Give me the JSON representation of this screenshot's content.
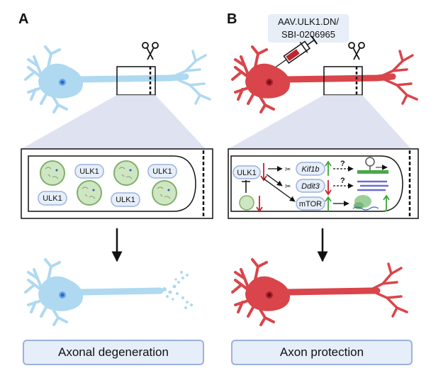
{
  "panels": {
    "a_letter": "A",
    "b_letter": "B"
  },
  "drug_label": {
    "line1": "AAV.ULK1.DN/",
    "line2": "SBI-0206965"
  },
  "panel_a": {
    "ulk1_pills": [
      "ULK1",
      "ULK1",
      "ULK1",
      "ULK1"
    ],
    "outcome": "Axonal degeneration"
  },
  "panel_b": {
    "ulk1": "ULK1",
    "kif1b": "Kif1b",
    "ddit3": "Ddit3",
    "mtor": "mTOR",
    "question1": "?",
    "question2": "?",
    "outcome": "Axon protection"
  },
  "colors": {
    "healthy_neuron": "#aed9f0",
    "treated_neuron": "#d9454a",
    "outcome_fill": "#e6eef9",
    "outcome_border": "#9bb2dc",
    "up_arrow": "#3aa63a",
    "down_arrow": "#c0242c"
  },
  "icons": [
    "scissors-icon",
    "syringe-icon",
    "autophagosome-icon",
    "ribosome-icon",
    "dna-icon",
    "down-arrow-icon"
  ]
}
